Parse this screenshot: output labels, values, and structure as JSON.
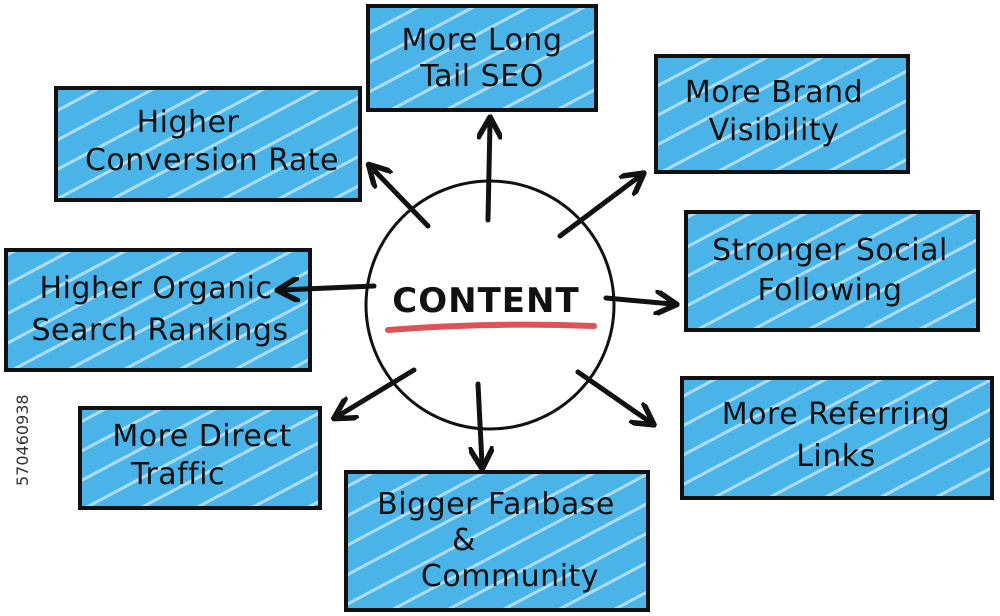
{
  "center": {
    "label": "CONTENT",
    "underline_color": "#e0525a"
  },
  "colors": {
    "box_fill": "#4ab4e8",
    "outline": "#111111",
    "background": "#ffffff"
  },
  "boxes": [
    {
      "id": "long-tail-seo",
      "lines": [
        "More Long",
        "Tail SEO"
      ]
    },
    {
      "id": "brand-visibility",
      "lines": [
        "More Brand",
        "Visibility"
      ]
    },
    {
      "id": "conversion-rate",
      "lines": [
        "Higher",
        "Conversion Rate"
      ]
    },
    {
      "id": "social-following",
      "lines": [
        "Stronger Social",
        "Following"
      ]
    },
    {
      "id": "organic-rankings",
      "lines": [
        "Higher Organic",
        "Search Rankings"
      ]
    },
    {
      "id": "referring-links",
      "lines": [
        "More Referring",
        "Links"
      ]
    },
    {
      "id": "direct-traffic",
      "lines": [
        "More Direct",
        "Traffic"
      ]
    },
    {
      "id": "fanbase-community",
      "lines": [
        "Bigger Fanbase",
        "&",
        "Community"
      ]
    }
  ],
  "watermark": {
    "text": "570460938"
  }
}
